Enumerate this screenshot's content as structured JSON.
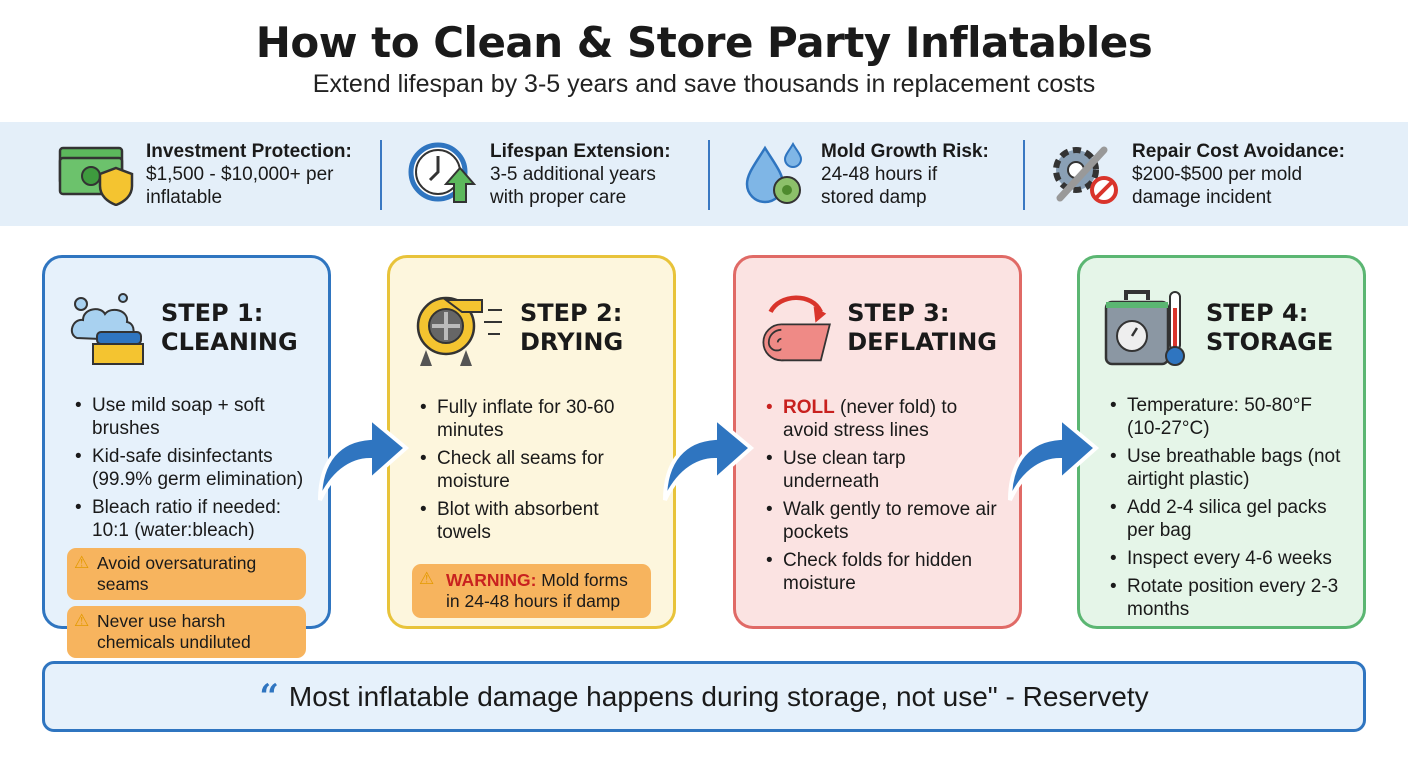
{
  "title": "How to Clean & Store Party Inflatables",
  "subtitle": "Extend lifespan by 3-5 years and save thousands in replacement costs",
  "stats": [
    {
      "icon": "money-shield-icon",
      "label": "Investment Protection:",
      "text": "$1,500 - $10,000+ per inflatable"
    },
    {
      "icon": "clock-arrow-up-icon",
      "label": "Lifespan Extension:",
      "text": "3-5 additional years with proper care"
    },
    {
      "icon": "water-drop-mold-icon",
      "label": "Mold Growth Risk:",
      "text": "24-48 hours if stored damp"
    },
    {
      "icon": "gear-wrench-no-icon",
      "label": "Repair Cost Avoidance:",
      "text": "$200-$500 per mold damage incident"
    }
  ],
  "steps": [
    {
      "title1": "STEP 1:",
      "title2": "CLEANING",
      "icon": "soap-brush-icon",
      "bullets": [
        "Use mild soap + soft brushes",
        "Kid-safe disinfectants (99.9% germ elimination)",
        "Bleach ratio if needed: 10:1 (water:bleach)"
      ],
      "warnings": [
        "Avoid oversaturating seams",
        "Never use harsh chemicals undiluted"
      ]
    },
    {
      "title1": "STEP 2:",
      "title2": "DRYING",
      "icon": "blower-fan-icon",
      "bullets": [
        "Fully inflate for 30-60 minutes",
        "Check all seams for moisture",
        "Blot with absorbent towels"
      ],
      "warning_label": "WARNING:",
      "warning_text": "Mold forms in 24-48 hours if damp"
    },
    {
      "title1": "STEP 3:",
      "title2": "DEFLATING",
      "icon": "roll-arrow-icon",
      "first_emph": "ROLL",
      "first_rest": " (never fold) to avoid stress lines",
      "bullets": [
        "Use clean tarp underneath",
        "Walk gently to remove air pockets",
        "Check folds for hidden moisture"
      ]
    },
    {
      "title1": "STEP 4:",
      "title2": "STORAGE",
      "icon": "bag-thermometer-icon",
      "bullets": [
        "Temperature: 50-80°F (10-27°C)",
        "Use breathable bags (not airtight plastic)",
        "Add 2-4 silica gel packs per bag",
        "Inspect every 4-6 weeks",
        "Rotate position every 2-3 months"
      ]
    }
  ],
  "quote": {
    "mark": "“",
    "text": "Most inflatable damage happens during storage, not use\" - Reservety"
  },
  "colors": {
    "blue": "#2f75c0",
    "yellow": "#e8c33a",
    "red": "#e06a66",
    "green": "#5bb672",
    "warning": "#f7b45e"
  }
}
